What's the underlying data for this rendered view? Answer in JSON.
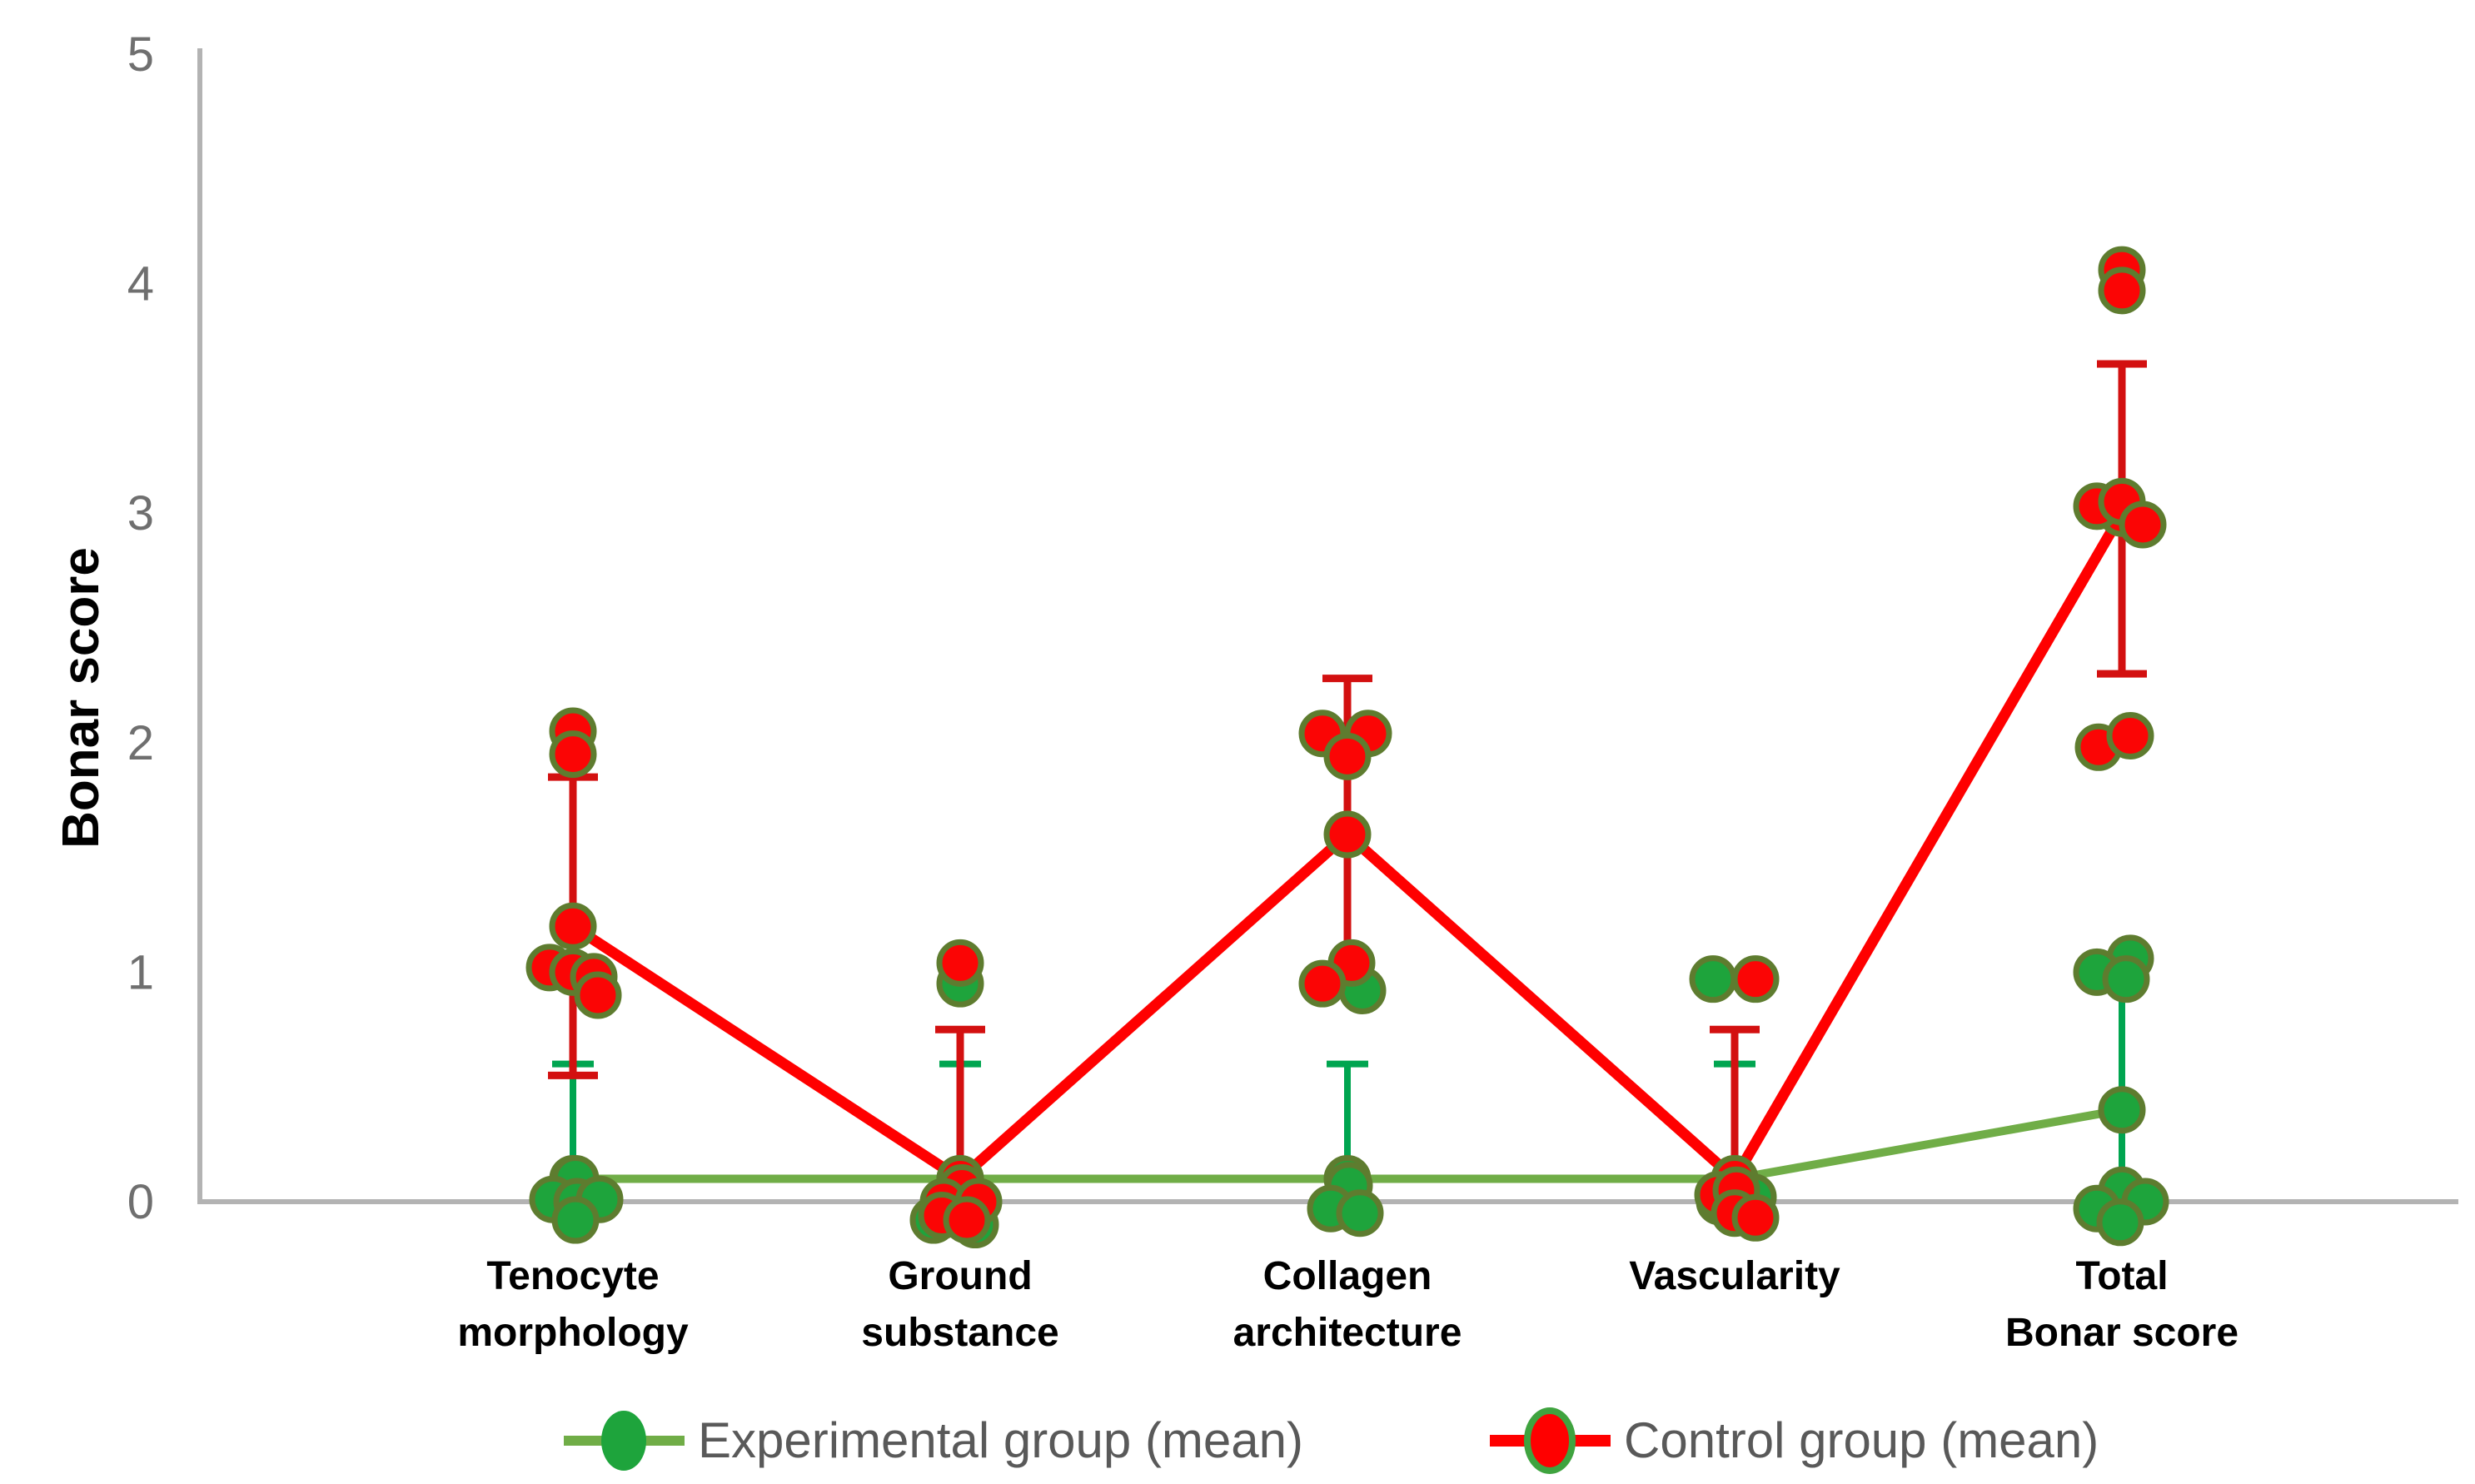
{
  "chart_data": {
    "type": "line",
    "title": "",
    "ylabel": "Bonar score",
    "ylim": [
      0,
      5
    ],
    "yticks": [
      5,
      4,
      3,
      2,
      1,
      0
    ],
    "grid": false,
    "legend_position": "bottom",
    "axis_color": "#B3B3B3",
    "tick_color": "#6F6F6F",
    "category_label_color": "#000000",
    "legend_text_color": "#595959",
    "categories": [
      {
        "lines": [
          "Tenocyte",
          "morphology"
        ]
      },
      {
        "lines": [
          "Ground",
          "substance"
        ]
      },
      {
        "lines": [
          "Collagen",
          "architecture"
        ]
      },
      {
        "lines": [
          "Vascularity"
        ]
      },
      {
        "lines": [
          "Total",
          "Bonar score"
        ]
      }
    ],
    "series": [
      {
        "name": "Experimental group (mean)",
        "line_color": "#70AD47",
        "marker_fill": "#1EA43C",
        "marker_outline": "#5E7C2F",
        "error_color": "#00A550",
        "legend_marker": {
          "fill": "#1EA43C",
          "stroke": "none"
        },
        "means": [
          0.1,
          0.1,
          0.1,
          0.1,
          0.4
        ],
        "error_bars": [
          {
            "top": 0.6,
            "bottom": 0.05,
            "top_cap": true,
            "bottom_cap": false
          },
          {
            "top": 0.6,
            "bottom": 0.05,
            "top_cap": true,
            "bottom_cap": false
          },
          {
            "top": 0.6,
            "bottom": 0.05,
            "top_cap": true,
            "bottom_cap": false
          },
          {
            "top": 0.6,
            "bottom": 0.05,
            "top_cap": true,
            "bottom_cap": false
          },
          {
            "top": 0.93,
            "bottom": 0.1,
            "top_cap": true,
            "bottom_cap": false
          }
        ],
        "points": [
          [
            {
              "dx": 3,
              "v": 0.1
            },
            {
              "dx": -24,
              "v": 0.01
            },
            {
              "dx": 5,
              "v": 0.0
            },
            {
              "dx": 32,
              "v": 0.01
            },
            {
              "dx": 3,
              "v": -0.08
            }
          ],
          [
            {
              "dx": 0,
              "v": 0.95
            },
            {
              "dx": -32,
              "v": -0.08
            },
            {
              "dx": 18,
              "v": -0.1
            }
          ],
          [
            {
              "dx": 18,
              "v": 0.92
            },
            {
              "dx": 2,
              "v": 0.07
            },
            {
              "dx": -20,
              "v": -0.03
            },
            {
              "dx": 15,
              "v": -0.05
            }
          ],
          [
            {
              "dx": -26,
              "v": 0.97
            },
            {
              "dx": 22,
              "v": 0.02
            },
            {
              "dx": -18,
              "v": 0.0
            }
          ],
          [
            {
              "dx": 10,
              "v": 1.06
            },
            {
              "dx": -30,
              "v": 1.0
            },
            {
              "dx": 5,
              "v": 0.97
            },
            {
              "dx": 0,
              "v": 0.05
            },
            {
              "dx": -30,
              "v": -0.03
            },
            {
              "dx": 28,
              "v": 0.0
            },
            {
              "dx": -2,
              "v": -0.09
            }
          ]
        ]
      },
      {
        "name": "Control group (mean)",
        "line_color": "#FF0000",
        "marker_fill": "#FB0505",
        "marker_outline": "#5E7C2F",
        "error_color": "#D31010",
        "legend_marker": {
          "fill": "#FF0000",
          "stroke": "#3FA33F"
        },
        "means": [
          1.2,
          0.1,
          1.6,
          0.1,
          3.0
        ],
        "error_bars": [
          {
            "top": 1.85,
            "bottom": 0.55,
            "top_cap": true,
            "bottom_cap": true
          },
          {
            "top": 0.75,
            "bottom": 0.05,
            "top_cap": true,
            "bottom_cap": false
          },
          {
            "top": 2.28,
            "bottom": 1.0,
            "top_cap": true,
            "bottom_cap": false
          },
          {
            "top": 0.75,
            "bottom": 0.05,
            "top_cap": true,
            "bottom_cap": false
          },
          {
            "top": 3.65,
            "bottom": 2.3,
            "top_cap": true,
            "bottom_cap": true
          }
        ],
        "points": [
          [
            {
              "dx": 0,
              "v": 2.05
            },
            {
              "dx": 0,
              "v": 1.95
            },
            {
              "dx": -28,
              "v": 1.02
            },
            {
              "dx": 0,
              "v": 1.0
            },
            {
              "dx": 25,
              "v": 0.98
            },
            {
              "dx": 30,
              "v": 0.9
            }
          ],
          [
            {
              "dx": 0,
              "v": 1.04
            },
            {
              "dx": 2,
              "v": 0.06
            },
            {
              "dx": -20,
              "v": 0.0
            },
            {
              "dx": 22,
              "v": 0.0
            },
            {
              "dx": -22,
              "v": -0.06
            },
            {
              "dx": 8,
              "v": -0.08
            }
          ],
          [
            {
              "dx": -30,
              "v": 2.04
            },
            {
              "dx": 25,
              "v": 2.04
            },
            {
              "dx": 0,
              "v": 1.94
            },
            {
              "dx": 5,
              "v": 1.04
            },
            {
              "dx": -30,
              "v": 0.95
            }
          ],
          [
            {
              "dx": 25,
              "v": 0.97
            },
            {
              "dx": -20,
              "v": 0.03
            },
            {
              "dx": 2,
              "v": 0.05
            },
            {
              "dx": 0,
              "v": -0.05
            },
            {
              "dx": 25,
              "v": -0.07
            }
          ],
          [
            {
              "dx": 0,
              "v": 4.06
            },
            {
              "dx": 0,
              "v": 3.97
            },
            {
              "dx": -30,
              "v": 3.03
            },
            {
              "dx": 0,
              "v": 3.05
            },
            {
              "dx": 25,
              "v": 2.95
            },
            {
              "dx": -28,
              "v": 1.98
            },
            {
              "dx": 10,
              "v": 2.03
            }
          ]
        ]
      }
    ]
  }
}
